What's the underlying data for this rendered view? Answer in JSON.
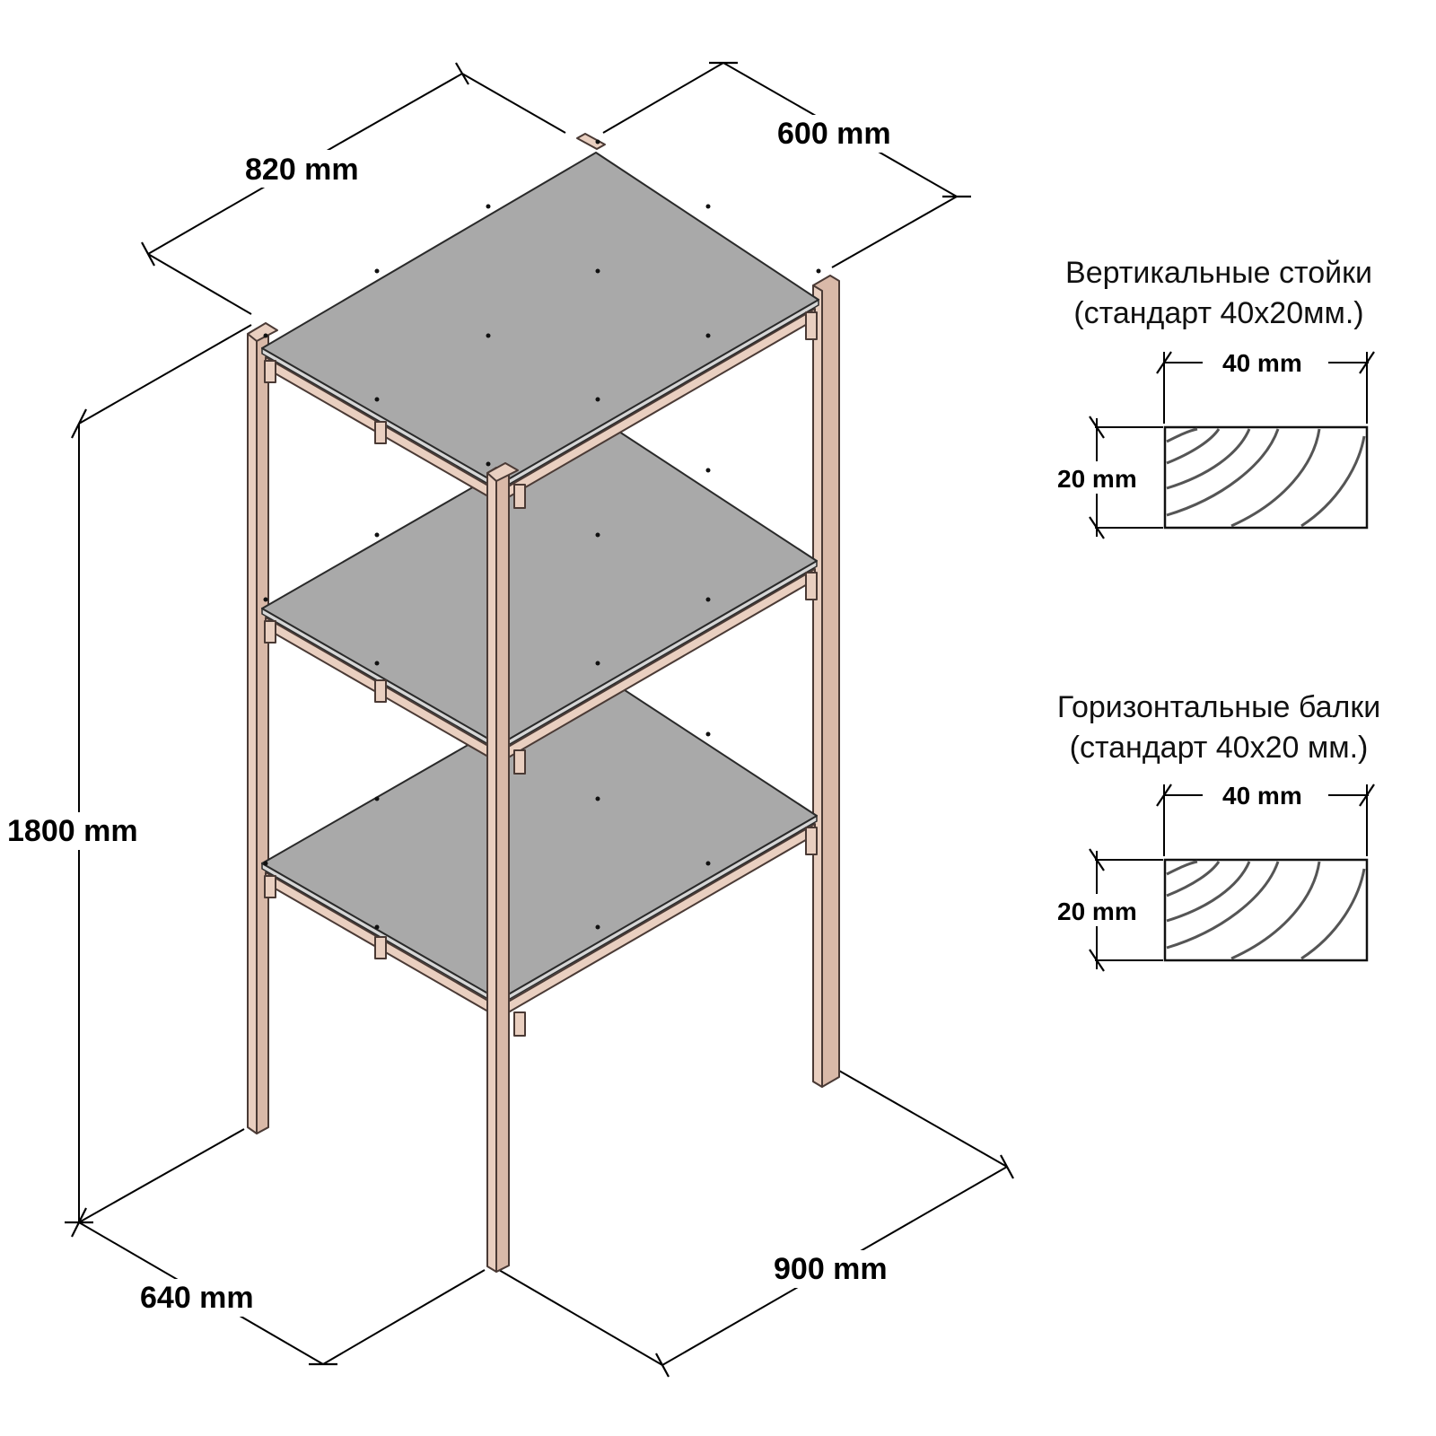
{
  "dimensions": {
    "width_top": "820 mm",
    "depth_top": "600 mm",
    "height": "1800 mm",
    "depth_bottom": "640 mm",
    "width_bottom": "900 mm"
  },
  "sections": [
    {
      "title_line1": "Вертикальные стойки",
      "title_line2": "(стандарт 40х20мм.)",
      "width_label": "40 mm",
      "height_label": "20 mm"
    },
    {
      "title_line1": "Горизонтальные балки",
      "title_line2": "(стандарт 40х20 мм.)",
      "width_label": "40 mm",
      "height_label": "20 mm"
    }
  ],
  "colors": {
    "wood": "#e9cfc0",
    "shelf": "#a9a9a9",
    "line": "#000000"
  }
}
